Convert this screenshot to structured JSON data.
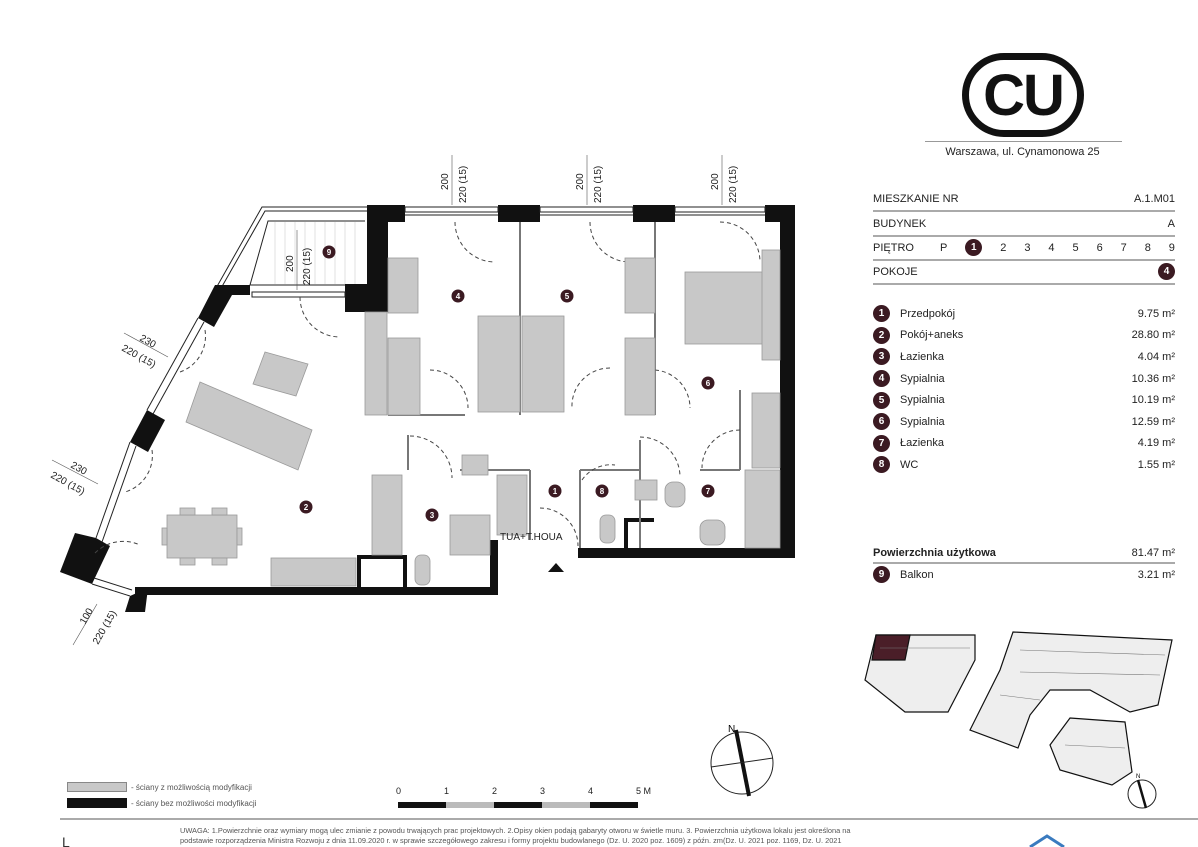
{
  "brand": {
    "logo_text": "CU",
    "address": "Warszawa, ul. Cynamonowa 25"
  },
  "info": {
    "apartment_label": "MIESZKANIE NR",
    "apartment_value": "A.1.M01",
    "building_label": "BUDYNEK",
    "building_value": "A",
    "floor_label": "PIĘTRO",
    "floors": [
      "P",
      "1",
      "2",
      "3",
      "4",
      "5",
      "6",
      "7",
      "8",
      "9"
    ],
    "floor_selected": "1",
    "rooms_label": "POKOJE",
    "rooms_value": "4"
  },
  "rooms": [
    {
      "no": "1",
      "name": "Przedpokój",
      "area": "9.75 m²"
    },
    {
      "no": "2",
      "name": "Pokój+aneks",
      "area": "28.80 m²"
    },
    {
      "no": "3",
      "name": "Łazienka",
      "area": "4.04 m²"
    },
    {
      "no": "4",
      "name": "Sypialnia",
      "area": "10.36 m²"
    },
    {
      "no": "5",
      "name": "Sypialnia",
      "area": "10.19 m²"
    },
    {
      "no": "6",
      "name": "Sypialnia",
      "area": "12.59 m²"
    },
    {
      "no": "7",
      "name": "Łazienka",
      "area": "4.19 m²"
    },
    {
      "no": "8",
      "name": "WC",
      "area": "1.55 m²"
    }
  ],
  "usable_area": {
    "label": "Powierzchnia użytkowa",
    "value": "81.47 m²"
  },
  "balcony": {
    "no": "9",
    "name": "Balkon",
    "area": "3.21 m²"
  },
  "dimensions": {
    "top_window": {
      "w": "200",
      "h": "220 (15)"
    },
    "balcony_door": {
      "w": "200",
      "h": "220 (15)"
    },
    "side_window": {
      "w": "230",
      "h": "220 (15)"
    },
    "small_window": {
      "w": "100",
      "h": "220 (15)"
    }
  },
  "plan_labels": {
    "kitchen_box": "TUA+T.HOUA"
  },
  "legend": {
    "modifiable": "- ściany z możliwością modyfikacji",
    "fixed": "- ściany bez możliwości modyfikacji"
  },
  "scale": {
    "ticks": [
      "0",
      "1",
      "2",
      "3",
      "4",
      "5 M"
    ]
  },
  "compass": {
    "north": "N"
  },
  "note": {
    "line1": "UWAGA: 1.Powierzchnie oraz wymiary mogą ulec zmianie z powodu trwających prac projektowych. 2.Opisy okien podają gabaryty otworu w świetle muru. 3. Powierzchnia użytkowa lokalu jest określona na",
    "line2": "podstawie rozporządzenia Ministra Rozwoju z dnia 11.09.2020 r. w sprawie szczegółowego zakresu i formy projektu budowlanego (Dz. U. 2020 poz. 1609) z późn. zm(Dz. U. 2021 poz. 1169, Dz. U. 2021"
  },
  "colors": {
    "accent": "#3b1a22",
    "wall": "#111111",
    "modifiable_wall": "#c8c8c8"
  }
}
